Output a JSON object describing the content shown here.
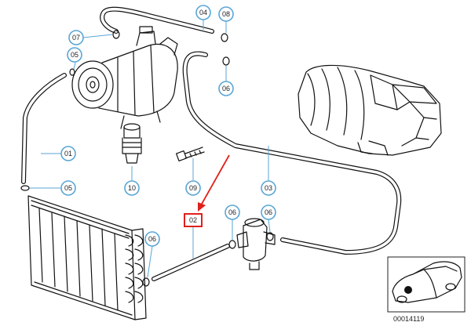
{
  "callouts": [
    {
      "id": "c04",
      "label": "04"
    },
    {
      "id": "c08",
      "label": "08"
    },
    {
      "id": "c07",
      "label": "07"
    },
    {
      "id": "c05a",
      "label": "05"
    },
    {
      "id": "c06a",
      "label": "06"
    },
    {
      "id": "c01",
      "label": "01"
    },
    {
      "id": "c05b",
      "label": "05"
    },
    {
      "id": "c10",
      "label": "10"
    },
    {
      "id": "c09",
      "label": "09"
    },
    {
      "id": "c03",
      "label": "03"
    },
    {
      "id": "c06b",
      "label": "06"
    },
    {
      "id": "c06c",
      "label": "06"
    },
    {
      "id": "c06d",
      "label": "06"
    }
  ],
  "highlight": {
    "label": "02",
    "color": "#e0201b"
  },
  "inset": {
    "reference": "00014119"
  },
  "colors": {
    "callout_ring": "#5aa6d6",
    "arrow": "#e0201b",
    "line": "#111111"
  }
}
